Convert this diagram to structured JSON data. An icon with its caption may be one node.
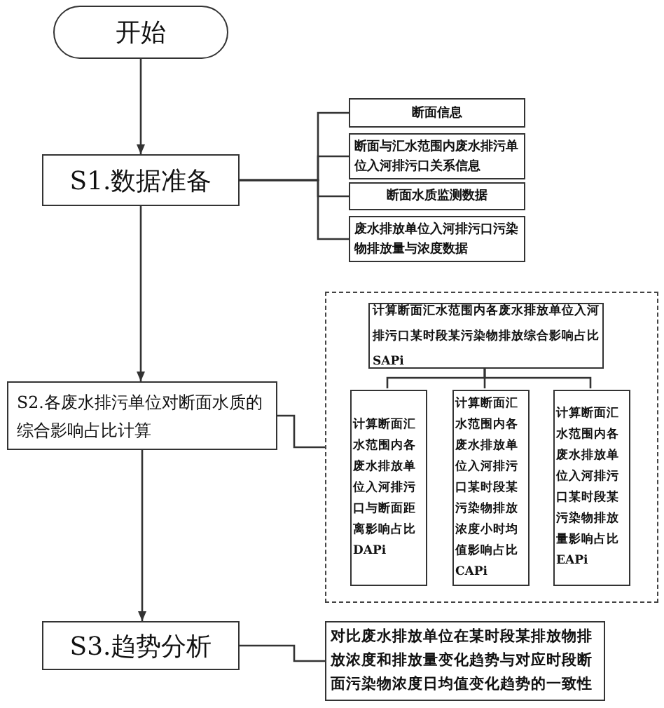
{
  "diagram": {
    "nodes": [
      {
        "text": [
          "开始"
        ]
      },
      {
        "text": [
          "S1.数据准备"
        ]
      },
      {
        "text": [
          "断面信息"
        ]
      },
      {
        "text": [
          "断面与汇水范围内废水排污单位入河排污口关系信息"
        ]
      },
      {
        "text": [
          "断面水质监测数据"
        ]
      },
      {
        "text": [
          "废水排放单位入河排污口污染物排放量与浓度数据"
        ]
      },
      {
        "text": [
          "S2.各废水排污单位对断面水质的综合影响占比计算"
        ]
      },
      {
        "text": [],
        "shape": "box"
      },
      {
        "text": [
          "计算断面汇水范围内各废水排放单位入河排污口某时段某污染物排放综合影响占比SAPi"
        ],
        "in": 7
      },
      {
        "text": [
          "计算断面汇水范围内各废水排放单位入河排污口与断面距离影响占比DAPi"
        ],
        "in": 7
      },
      {
        "text": [
          "计算断面汇水范围内各废水排放单位入河排污口某时段某污染物排放浓度小时均值影响占比CAPi"
        ],
        "in": 7
      },
      {
        "text": [
          "计算断面汇水范围内各废水排放单位入河排污口某时段某污染物排放量影响占比EAPi"
        ],
        "in": 7
      },
      {
        "text": [
          "S3.趋势分析"
        ]
      },
      {
        "text": [
          "对比废水排放单位在某时段某排放物排放浓度和排放量变化趋势与对应时段断面污染物浓度日均值变化趋势的一致性"
        ]
      }
    ],
    "edges": [
      {
        "from": 0,
        "to": 1,
        "arrow": "to"
      },
      {
        "from": 1,
        "to": 6,
        "arrow": "to"
      },
      {
        "from": 6,
        "to": 12,
        "arrow": "to"
      },
      {
        "from": 1,
        "to": 2,
        "arrow": "none"
      },
      {
        "from": 1,
        "to": 3,
        "arrow": "none"
      },
      {
        "from": 1,
        "to": 4,
        "arrow": "none"
      },
      {
        "from": 1,
        "to": 5,
        "arrow": "none"
      },
      {
        "from": 6,
        "to": 7,
        "arrow": "none"
      },
      {
        "from": 8,
        "to": 9,
        "arrow": "none"
      },
      {
        "from": 8,
        "to": 10,
        "arrow": "none"
      },
      {
        "from": 8,
        "to": 11,
        "arrow": "none"
      },
      {
        "from": 12,
        "to": 13,
        "arrow": "none"
      }
    ]
  }
}
